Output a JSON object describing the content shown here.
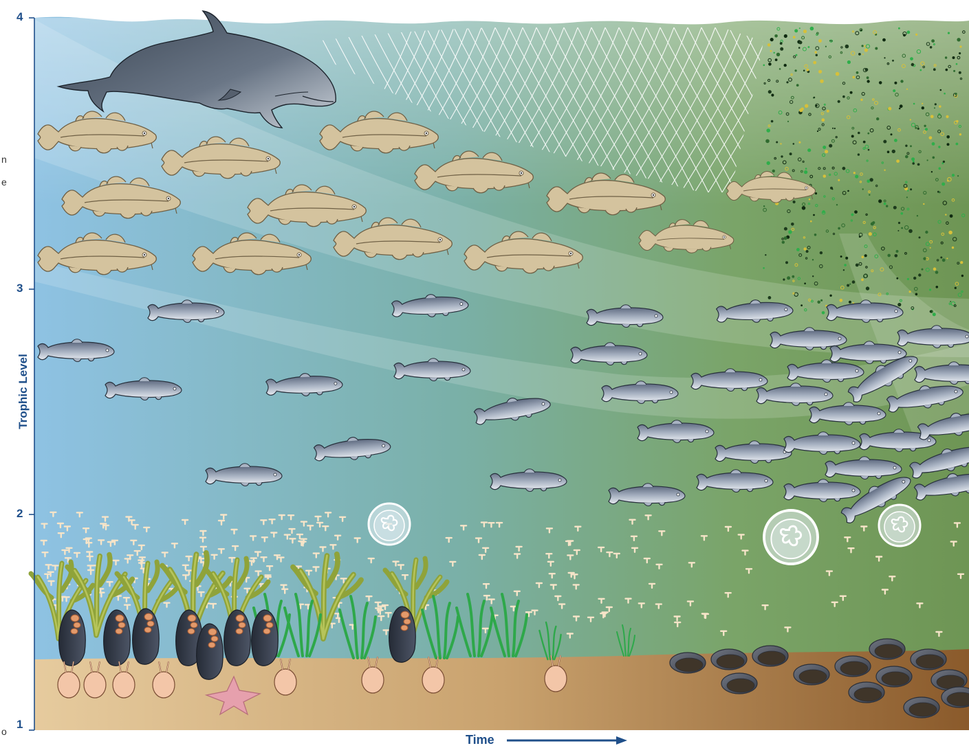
{
  "axis": {
    "y_label": "Trophic Level",
    "x_label": "Time",
    "y_ticks": [
      "4",
      "3",
      "2",
      "1"
    ]
  },
  "edge_fragments": [
    "n",
    "e",
    "o"
  ],
  "colors": {
    "axis": "#1f4f8a",
    "water_left": "#7fb7da",
    "water_right": "#6f9a58",
    "seabed_left": "#e3c79a",
    "seabed_right": "#8a5a2b",
    "cod": "#d2c19c",
    "herring": "#8f9bb0",
    "net": "#ffffff"
  },
  "icons": [
    "porpoise-icon",
    "cod-icon",
    "herring-icon",
    "jellyfish-icon",
    "zooplankton-icon",
    "kelp-icon",
    "seagrass-icon",
    "mussel-icon",
    "barnacle-icon",
    "starfish-icon",
    "clam-icon",
    "fishing-net-icon",
    "phytoplankton-icon"
  ]
}
